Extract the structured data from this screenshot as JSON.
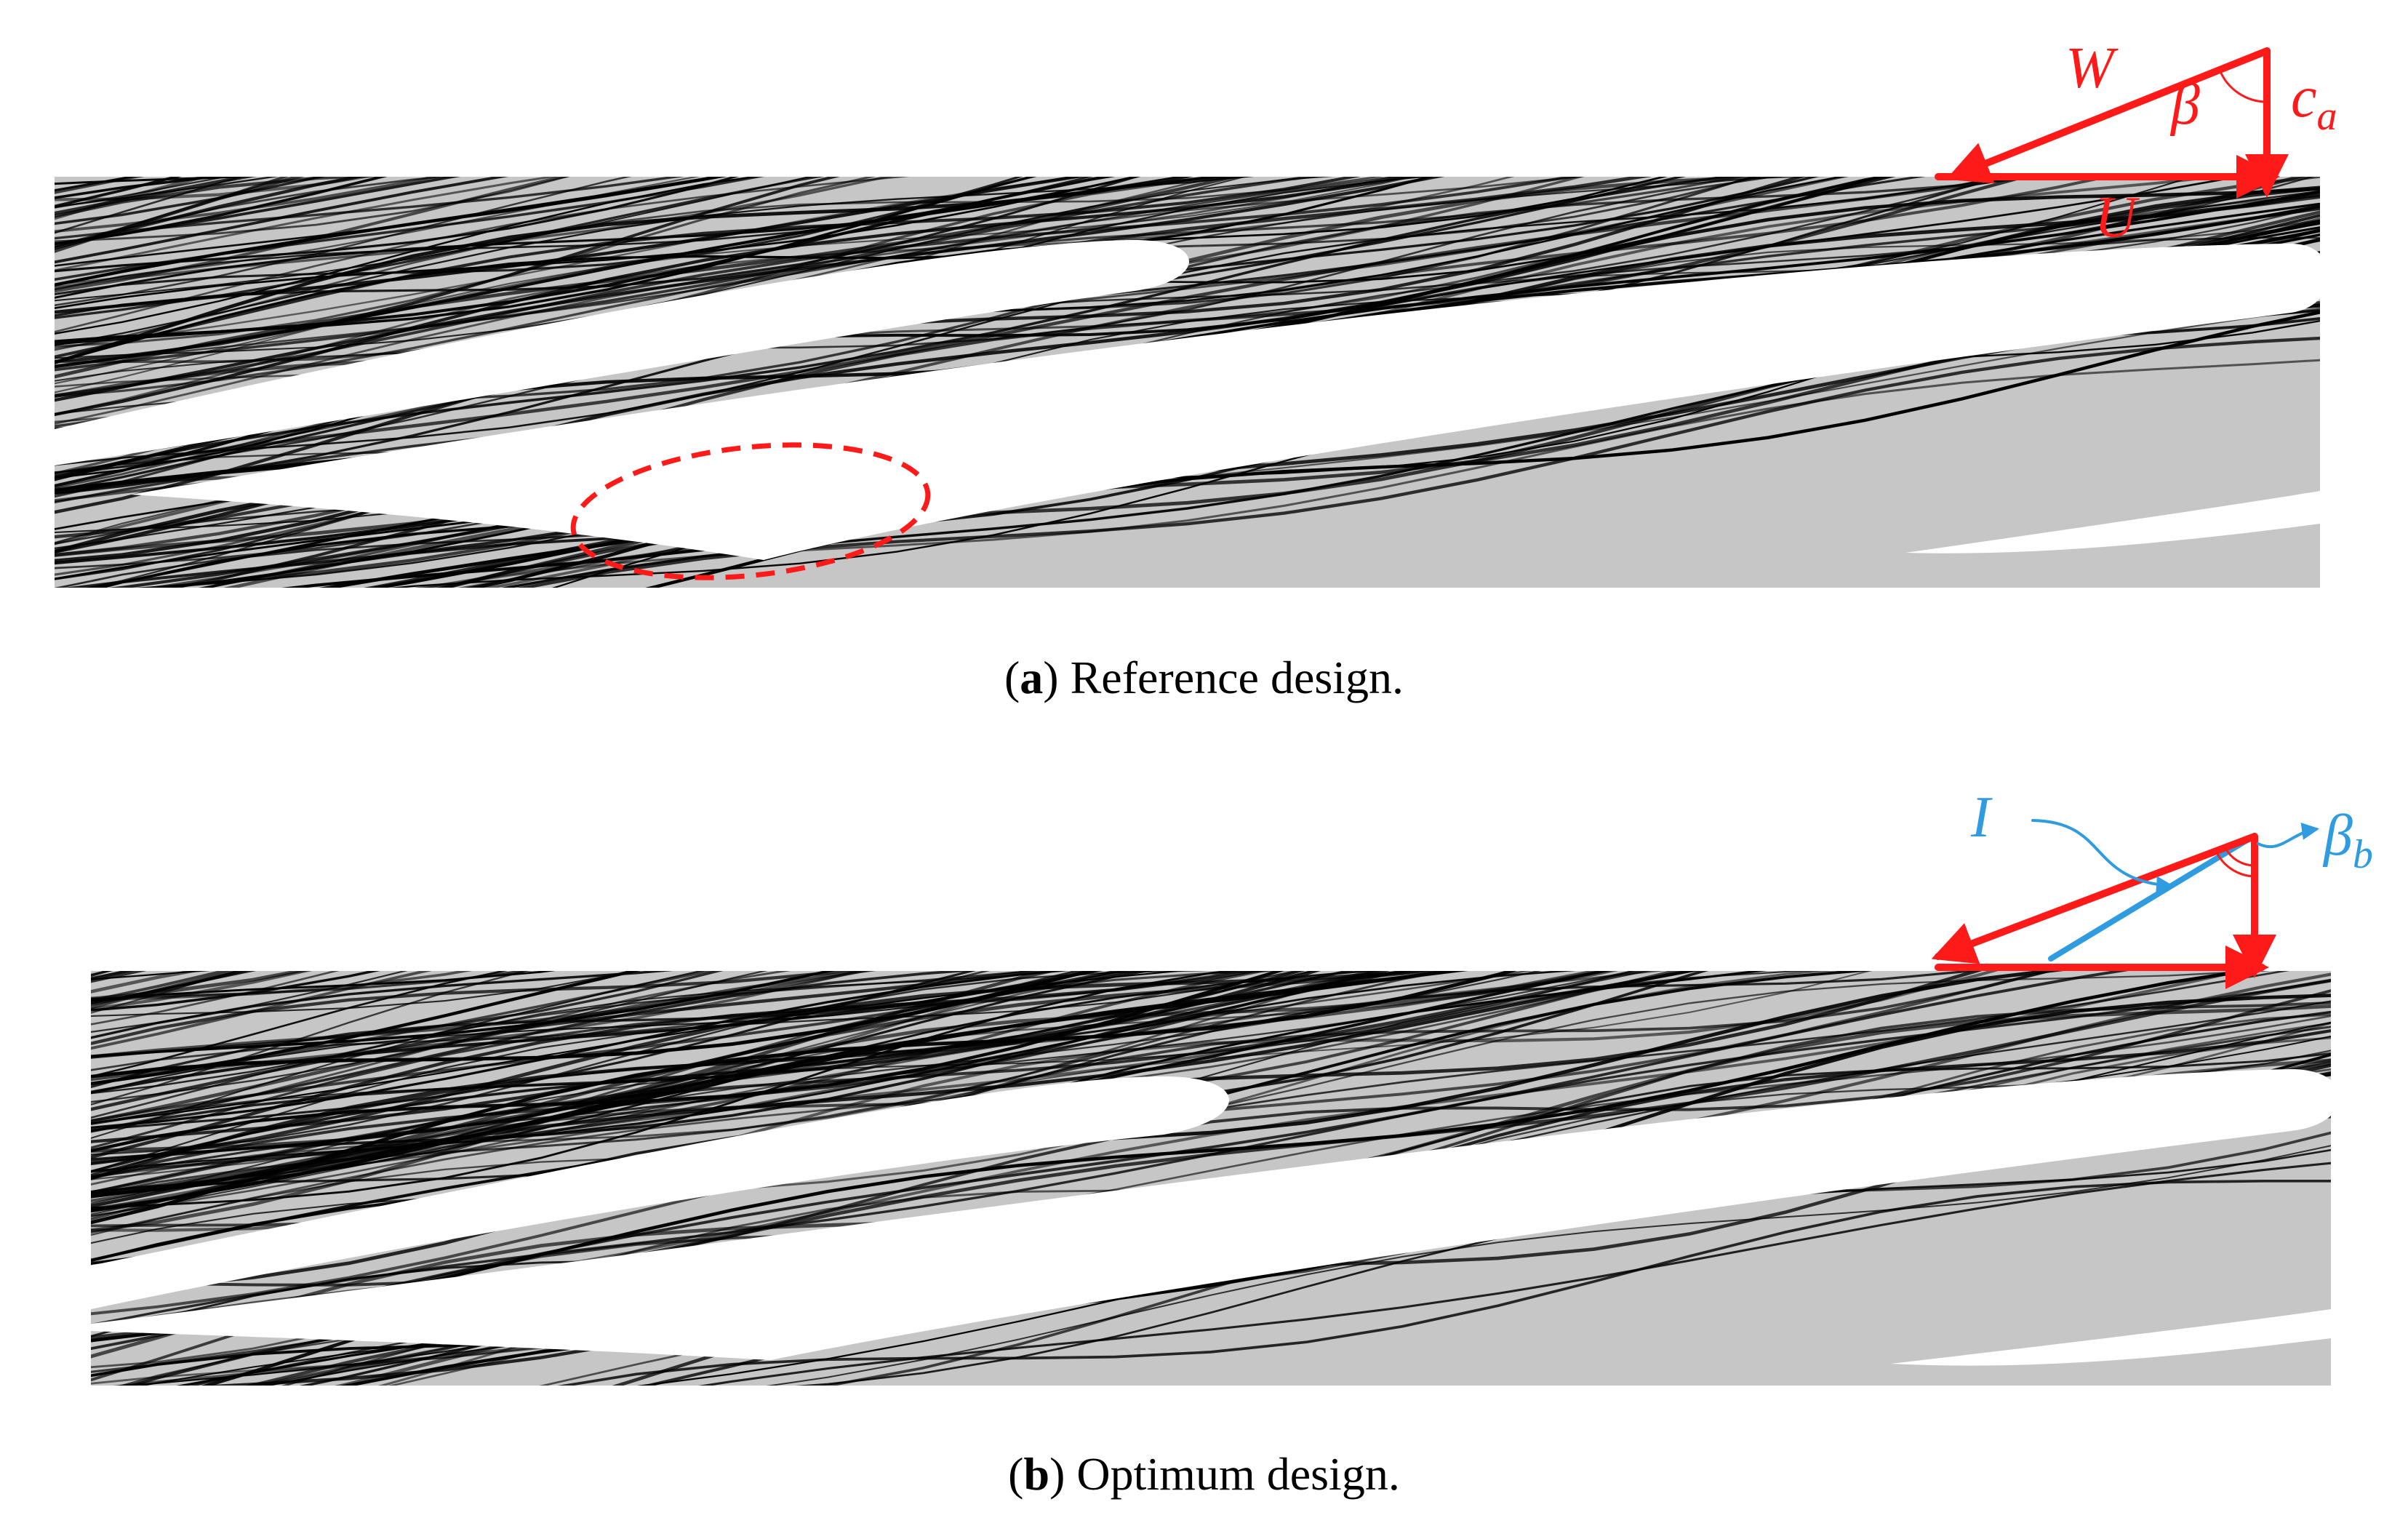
{
  "figure": {
    "panels": [
      {
        "id": "a",
        "letter": "a",
        "caption_text": " Reference design.",
        "labels": {
          "W": "W",
          "beta": "β",
          "ca_main": "c",
          "ca_sub": "a",
          "U": "U"
        },
        "highlight": "separation-region"
      },
      {
        "id": "b",
        "letter": "b",
        "caption_text": " Optimum design.",
        "labels": {
          "I": "I",
          "beta_b_main": "β",
          "beta_b_sub": "b"
        }
      }
    ],
    "colors": {
      "streamline": "#000000",
      "fluid_background": "#c6c6c6",
      "blade": "#ffffff",
      "velocity_triangle": "#ff1a1a",
      "blade_angle_vector": "#2f9be0"
    }
  }
}
